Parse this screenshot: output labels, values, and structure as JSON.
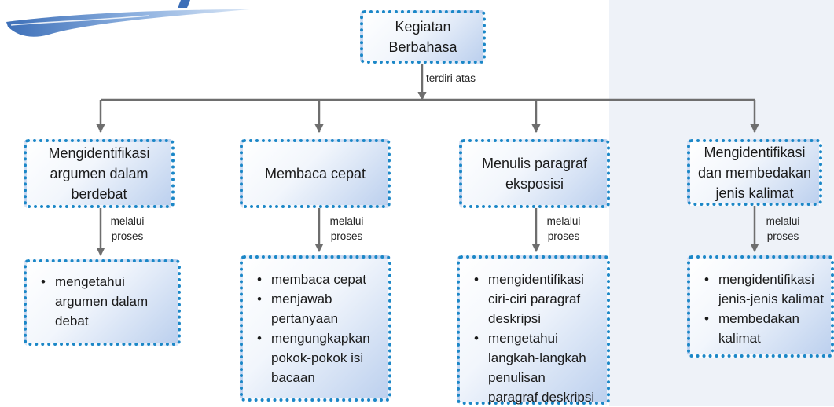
{
  "diagram": {
    "root": {
      "lines": [
        "Kegiatan",
        "Berbahasa"
      ]
    },
    "root_edge_label": "terdiri atas",
    "branches": [
      {
        "title_lines": [
          "Mengidentifikasi",
          "argumen dalam",
          "berdebat"
        ],
        "edge_label_lines": [
          "melalui",
          "proses"
        ],
        "items": [
          {
            "lines": [
              "mengetahui",
              "argumen dalam",
              "debat"
            ]
          }
        ]
      },
      {
        "title_lines": [
          "Membaca cepat"
        ],
        "edge_label_lines": [
          "melalui",
          "proses"
        ],
        "items": [
          {
            "lines": [
              "membaca cepat"
            ]
          },
          {
            "lines": [
              "menjawab",
              "pertanyaan"
            ]
          },
          {
            "lines": [
              "mengungkapkan",
              "pokok-pokok isi",
              "bacaan"
            ]
          }
        ]
      },
      {
        "title_lines": [
          "Menulis paragraf",
          "eksposisi"
        ],
        "edge_label_lines": [
          "melalui",
          "proses"
        ],
        "items": [
          {
            "lines": [
              "mengidentifikasi",
              "ciri-ciri paragraf",
              "deskripsi"
            ]
          },
          {
            "lines": [
              "mengetahui",
              "langkah-langkah",
              "penulisan",
              "paragraf deskripsi"
            ]
          }
        ]
      },
      {
        "title_lines": [
          "Mengidentifikasi",
          "dan membedakan",
          "jenis kalimat"
        ],
        "edge_label_lines": [
          "melalui",
          "proses"
        ],
        "items": [
          {
            "lines": [
              "mengidentifikasi",
              "jenis-jenis kalimat"
            ]
          },
          {
            "lines": [
              "membedakan",
              "kalimat"
            ]
          }
        ]
      }
    ]
  },
  "colors": {
    "box_border": "#1b87c7",
    "box_gradient_end": "#bcd0ee",
    "arrow": "#6e6e6e",
    "right_panel": "#eef2f8",
    "swoosh": "#5a86c5"
  }
}
